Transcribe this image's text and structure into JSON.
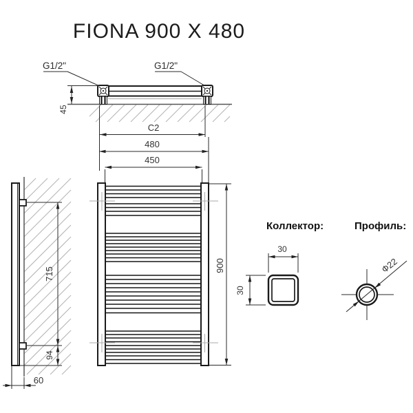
{
  "title": "FIONA 900 X 480",
  "top_view": {
    "left_connection": "G1/2\"",
    "right_connection": "G1/2\"",
    "wall_distance": "45",
    "center_distance": "C2"
  },
  "front_view": {
    "overall_width": "480",
    "axle_width": "450",
    "height": "900"
  },
  "side_view": {
    "bracket_spacing": "715",
    "bottom_offset": "94",
    "depth": "60"
  },
  "collector": {
    "label": "Коллектор:",
    "width": "30",
    "height": "30"
  },
  "profile": {
    "label": "Профиль:",
    "diameter": "Ф22"
  }
}
